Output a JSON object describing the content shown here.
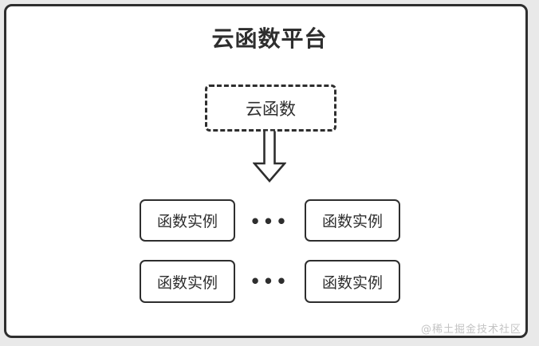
{
  "diagram": {
    "title": "云函数平台",
    "platform_box": {
      "label": "云函数"
    },
    "rows": [
      {
        "left": "函数实例",
        "dots": "•••",
        "right": "函数实例"
      },
      {
        "left": "函数实例",
        "dots": "•••",
        "right": "函数实例"
      }
    ],
    "watermark": "@稀土掘金技术社区",
    "colors": {
      "ink": "#2e2e2e",
      "outer_background": "#e9e9e9",
      "inner_background": "#ffffff",
      "watermark": "#c4c4c4"
    }
  }
}
